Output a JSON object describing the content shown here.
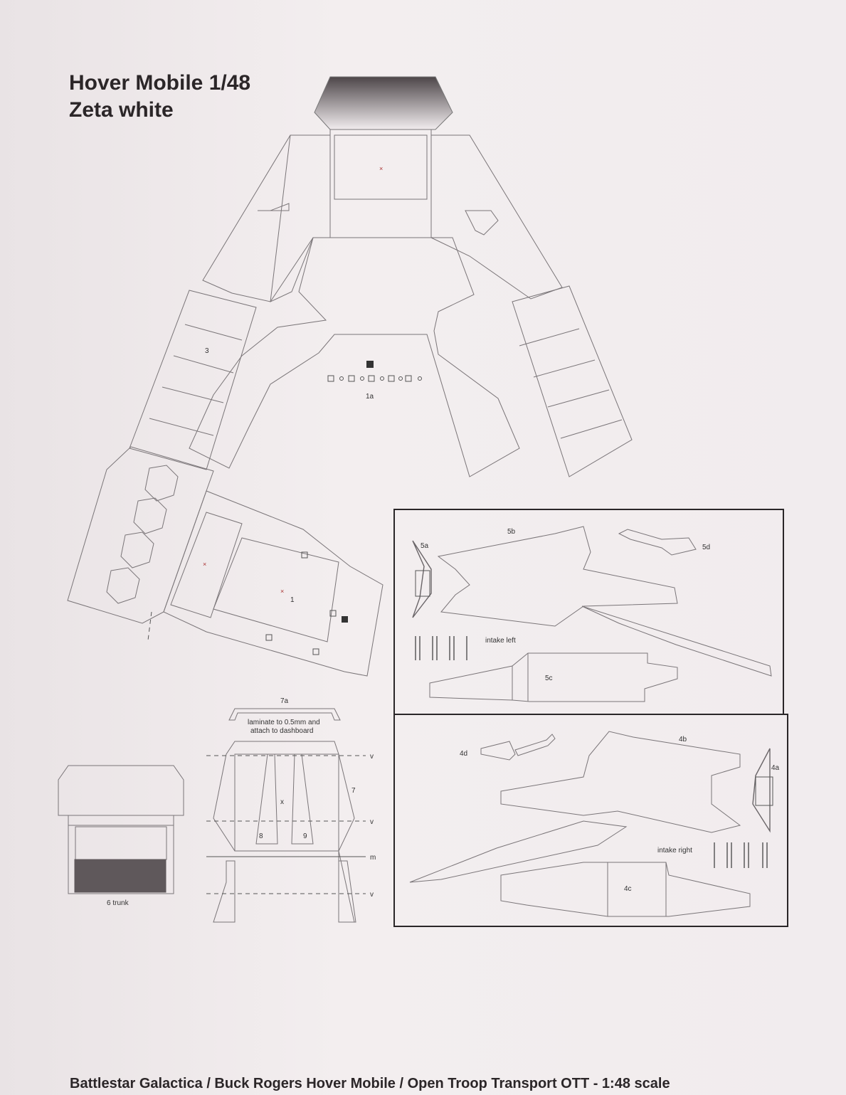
{
  "title": {
    "line1": "Hover Mobile 1/48",
    "line2": "Zeta white"
  },
  "footer": "Battlestar Galactica / Buck Rogers Hover Mobile / Open Troop Transport OTT - 1:48 scale",
  "parts": {
    "p1a": "1a",
    "p3": "3",
    "p1": "1",
    "p5a": "5a",
    "p5b": "5b",
    "p5c": "5c",
    "p5d": "5d",
    "intake_left": "intake left",
    "p4a": "4a",
    "p4b": "4b",
    "p4c": "4c",
    "p4d": "4d",
    "intake_right": "intake right",
    "p7a": "7a",
    "laminate_line1": "laminate to 0.5mm and",
    "laminate_line2": "attach to dashboard",
    "p7": "7",
    "p8": "8",
    "p9": "9",
    "x": "x",
    "v1": "v",
    "v2": "v",
    "v3": "v",
    "m": "m",
    "trunk": "6 trunk"
  },
  "colors": {
    "sheet": "#f1ecee",
    "ink": "#2b2628",
    "fill_dark": "#5f585b"
  }
}
